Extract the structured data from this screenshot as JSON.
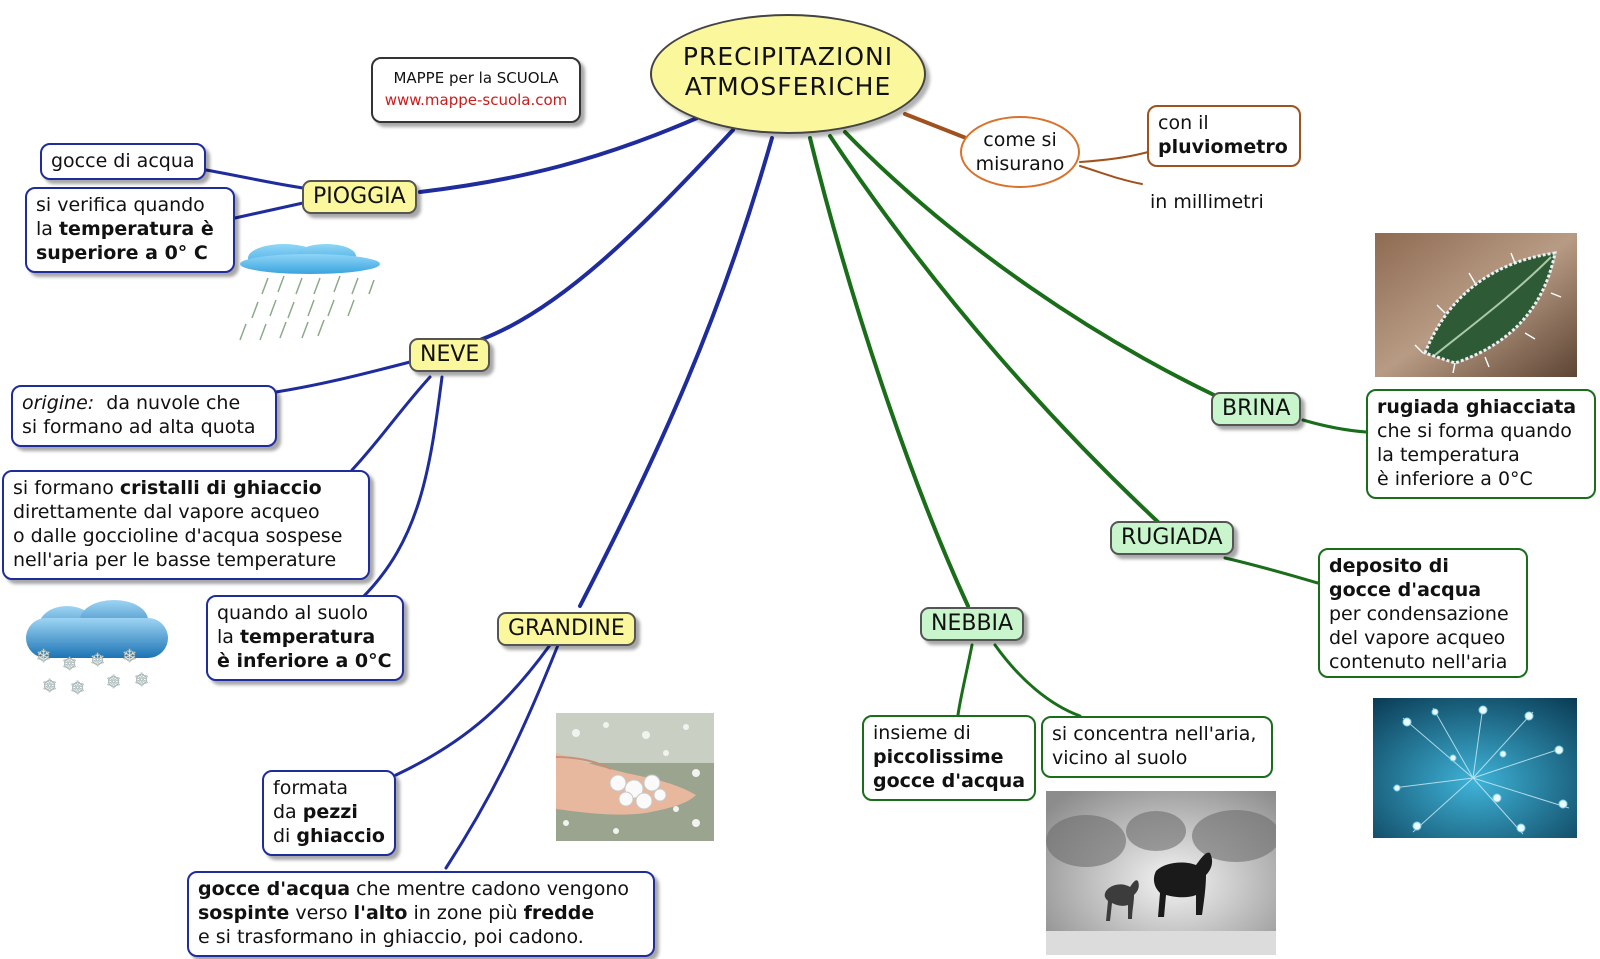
{
  "title": {
    "line1": "PRECIPITAZIONI",
    "line2": "ATMOSFERICHE"
  },
  "badge": {
    "line1": "MAPPE per la SCUOLA",
    "line2": "www.mappe-scuola.com"
  },
  "colors": {
    "blue_link": "#1f2c9c",
    "green_link": "#1a6e1a",
    "brown_link": "#a0521e",
    "node_yellow": "#fbf79c",
    "node_green": "#c9f5cc",
    "badge_url": "#cc1b1b"
  },
  "misura": {
    "node": {
      "line1": "come si",
      "line2": "misurano"
    },
    "pluviometro": {
      "line1": "con il",
      "line2": "pluviometro"
    },
    "unit": "in millimetri"
  },
  "pioggia": {
    "label": "PIOGGIA",
    "gocce": "gocce di acqua",
    "temp": {
      "line1": "si verifica quando",
      "line2a": "la ",
      "line2b": "temperatura è",
      "line3": "superiore a 0° C"
    },
    "icon": "rain-cloud-icon"
  },
  "neve": {
    "label": "NEVE",
    "origine": {
      "em": "origine:",
      "line1": "  da nuvole che",
      "line2": "si formano ad alta quota"
    },
    "cristalli": {
      "line1a": "si formano ",
      "line1b": "cristalli di ghiaccio",
      "line2": "direttamente dal vapore acqueo",
      "line3": "o dalle goccioline d'acqua sospese",
      "line4": "nell'aria per le basse temperature"
    },
    "suolo": {
      "line1": "quando al suolo",
      "line2a": "la ",
      "line2b": "temperatura",
      "line3": "è inferiore a 0°C"
    },
    "icon": "snow-cloud-icon"
  },
  "grandine": {
    "label": "GRANDINE",
    "formata": {
      "line1": "formata",
      "line2a": "da ",
      "line2b": "pezzi",
      "line3a": "di ",
      "line3b": "ghiaccio"
    },
    "gocce": {
      "b1": "gocce d'acqua",
      "t1": " che mentre cadono vengono",
      "b2": "sospinte",
      "t2": " verso ",
      "b3": "l'alto",
      "t3": " in zone più ",
      "b4": "fredde",
      "line3": "e si trasformano in ghiaccio, poi cadono."
    },
    "photo": "hailstones-photo"
  },
  "nebbia": {
    "label": "NEBBIA",
    "insieme": {
      "line1": "insieme di",
      "line2": "piccolissime",
      "line3": "gocce d'acqua"
    },
    "concentra": {
      "line1": "si concentra nell'aria,",
      "line2": "vicino al suolo"
    },
    "photo": "fog-horses-photo"
  },
  "rugiada": {
    "label": "RUGIADA",
    "deposito": {
      "line1": "deposito di",
      "line2": "gocce d'acqua",
      "line3": "per condensazione",
      "line4": "del vapore acqueo",
      "line5": "contenuto nell'aria"
    },
    "photo": "dew-drops-photo"
  },
  "brina": {
    "label": "BRINA",
    "def": {
      "line1": "rugiada ghiacciata",
      "line2": "che si forma quando",
      "line3": "la temperatura",
      "line4": "è inferiore a 0°C"
    },
    "photo": "frost-leaf-photo"
  }
}
